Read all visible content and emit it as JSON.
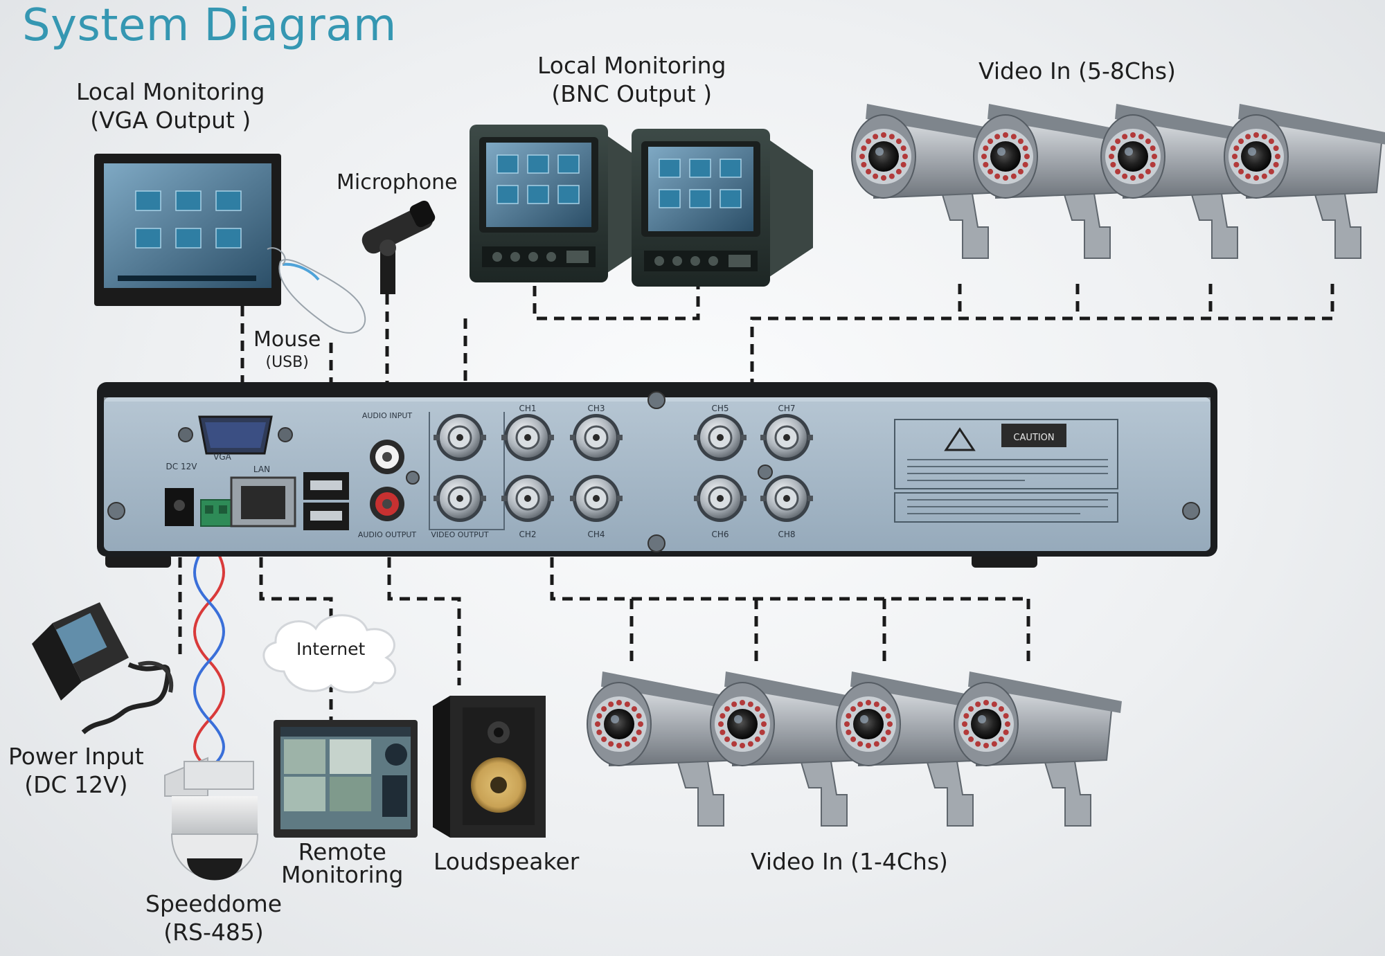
{
  "title": "System Diagram",
  "labels": {
    "vga_monitor": [
      "Local Monitoring",
      "(VGA Output )"
    ],
    "bnc_monitor": [
      "Local Monitoring",
      "(BNC Output )"
    ],
    "video_in_5_8": "Video In (5-8Chs)",
    "microphone": "Microphone",
    "mouse": "Mouse",
    "mouse_usb": "(USB)",
    "internet": "Internet",
    "power_input": [
      "Power Input",
      "(DC 12V)"
    ],
    "speeddome": [
      "Speeddome",
      "(RS-485)"
    ],
    "remote_monitoring": [
      "Remote",
      "Monitoring"
    ],
    "loudspeaker": "Loudspeaker",
    "video_in_1_4": "Video In (1-4Chs)"
  },
  "panel": {
    "vga": "VGA",
    "dc": "DC 12V",
    "lan": "LAN",
    "audio_input": "AUDIO INPUT",
    "audio_output": "AUDIO OUTPUT",
    "video_output": "VIDEO OUTPUT",
    "ch1": "CH1",
    "ch2": "CH2",
    "ch3": "CH3",
    "ch4": "CH4",
    "ch5": "CH5",
    "ch6": "CH6",
    "ch7": "CH7",
    "ch8": "CH8",
    "caution": "CAUTION"
  },
  "colors": {
    "title": "#3597b2",
    "panel": "#a6b9c9",
    "wire": "#1a1a1a",
    "rs485_red": "#d93a3a",
    "rs485_blue": "#3a6fd9"
  }
}
